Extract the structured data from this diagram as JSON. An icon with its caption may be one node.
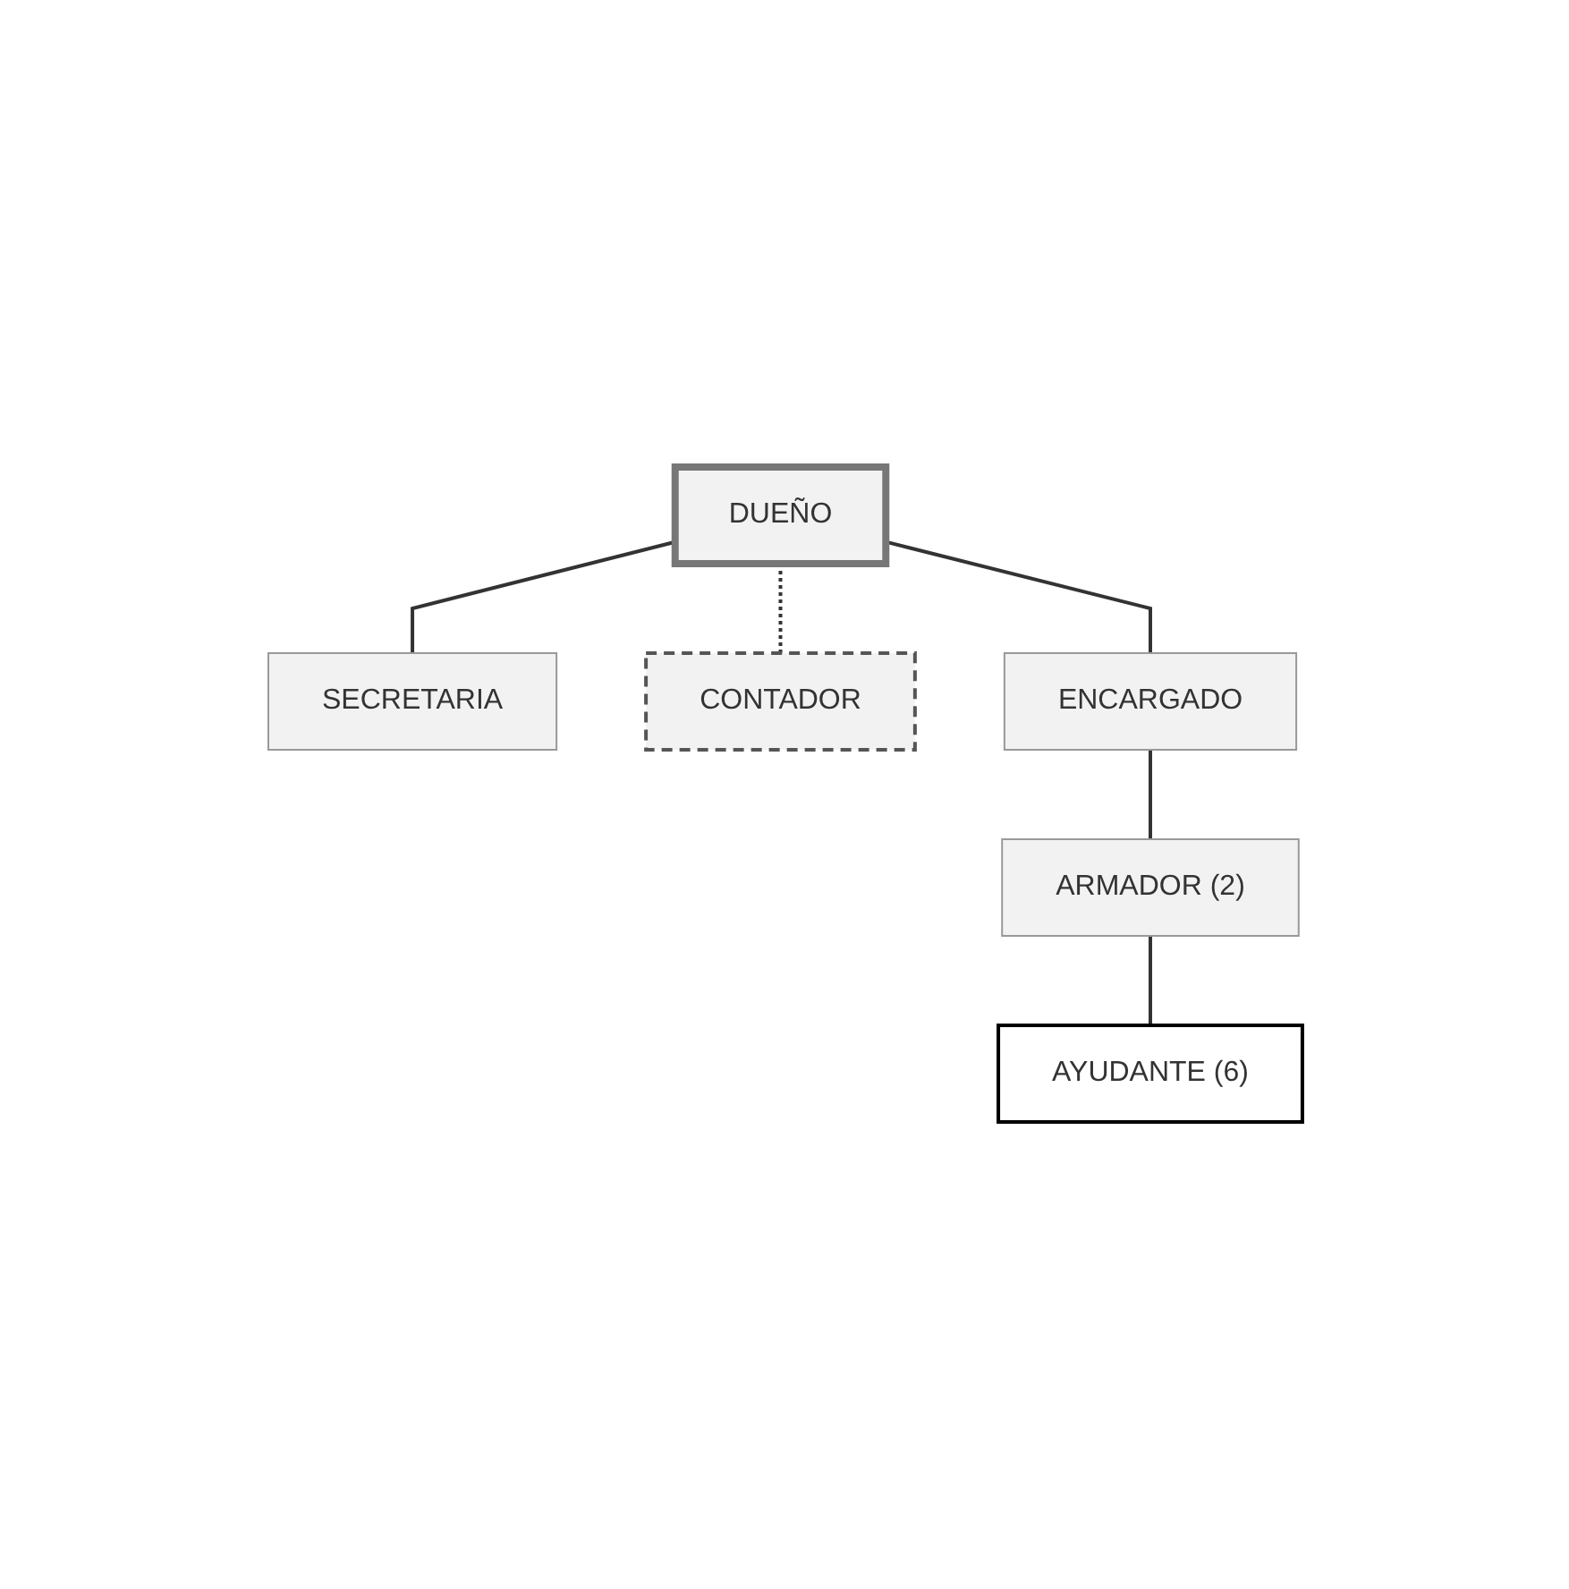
{
  "diagram": {
    "nodes": [
      {
        "text": [
          "DUEÑO"
        ]
      },
      {
        "text": [
          "SECRETARIA"
        ]
      },
      {
        "text": [
          "CONTADOR"
        ]
      },
      {
        "text": [
          "ENCARGADO"
        ]
      },
      {
        "text": [
          "ARMADOR (2)"
        ]
      },
      {
        "text": [
          "AYUDANTE (6)"
        ]
      }
    ],
    "edges": [
      {
        "from": 0,
        "to": 1,
        "arrow": "none"
      },
      {
        "from": 0,
        "to": 2,
        "arrow": "none",
        "style": "dashed"
      },
      {
        "from": 0,
        "to": 3,
        "arrow": "none"
      },
      {
        "from": 3,
        "to": 4,
        "arrow": "none"
      },
      {
        "from": 4,
        "to": 5,
        "arrow": "none"
      }
    ]
  }
}
